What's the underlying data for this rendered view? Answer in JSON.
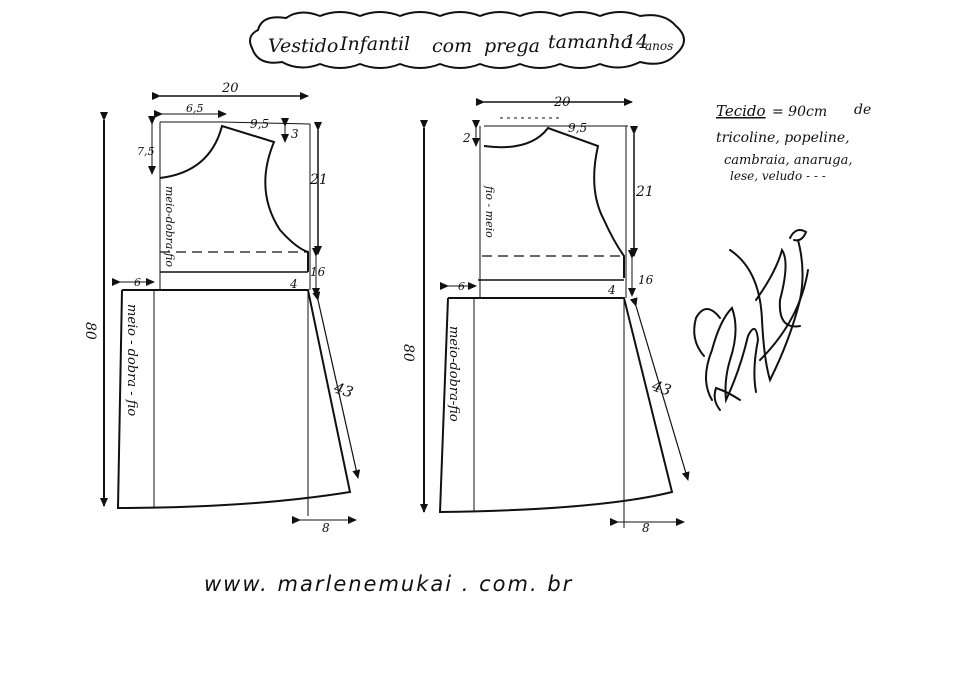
{
  "title": {
    "text_1": "Vestido",
    "text_2": "Infantil",
    "text_3": "com",
    "text_4": "prega",
    "text_5": "tamanho",
    "size": "14",
    "size_unit": "anos"
  },
  "fabric": {
    "label": "Tecido",
    "amount": "= 90cm",
    "de": "de",
    "line_2": "tricoline, popeline,",
    "line_3": "cambraia, anaruga,",
    "line_4": "lese, veludo - - -"
  },
  "signature": "Marlene Mukai",
  "website": "www. marlenemukai . com. br",
  "pattern_left": {
    "top_width": "20",
    "neck_width": "6,5",
    "shoulder": "9,5",
    "shoulder_drop": "3",
    "neck_depth": "7,5",
    "armhole": "21",
    "waist_band": "16",
    "pleat_offset": "4",
    "fold_offset": "6",
    "total_length": "80",
    "side_seam": "43",
    "hem_flare": "8",
    "bodice_fold_label": "meio-dobra-fio",
    "skirt_fold_label": "meio - dobra - fio"
  },
  "pattern_right": {
    "top_width": "20",
    "neck_depth": "2",
    "shoulder": "9,5",
    "armhole": "21",
    "waist_band": "16",
    "pleat_offset": "4",
    "fold_offset": "6",
    "total_length": "80",
    "side_seam": "43",
    "hem_flare": "8",
    "bodice_fold_label": "fio - meio",
    "skirt_fold_label": "meio-dobra-fio"
  }
}
